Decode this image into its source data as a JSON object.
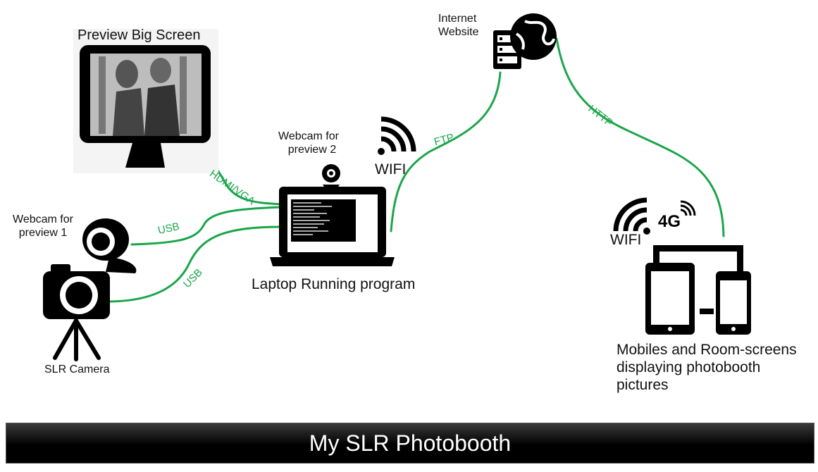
{
  "title": "My SLR Photobooth",
  "nodes": {
    "preview_screen": "Preview Big Screen",
    "webcam2": [
      "Webcam for",
      "preview 2"
    ],
    "webcam1": [
      "Webcam for",
      "preview 1"
    ],
    "laptop": "Laptop Running program",
    "slr": "SLR Camera",
    "internet": [
      "Internet",
      "Website"
    ],
    "mobiles": [
      "Mobiles and Room-screens",
      "displaying photobooth",
      "pictures"
    ]
  },
  "connections": {
    "hdmi": "HDMI/VGA",
    "usb_webcam": "USB",
    "usb_camera": "USB",
    "ftp": "FTP",
    "http": "HTTP"
  },
  "wireless": {
    "laptop_wifi": "WIFI",
    "mobile_wifi": "WIFI",
    "mobile_4g": "4G"
  },
  "colors": {
    "link": "#1aa64a",
    "icon": "#000000"
  },
  "icons": [
    "monitor-icon",
    "webcam-icon",
    "laptop-icon",
    "camera-icon",
    "tripod-icon",
    "server-icon",
    "globe-icon",
    "wifi-icon",
    "4g-icon",
    "tablet-icon",
    "phone-icon"
  ]
}
